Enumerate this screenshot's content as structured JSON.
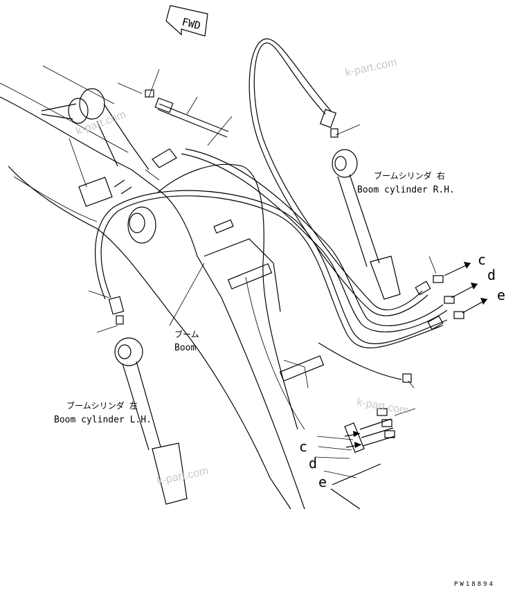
{
  "direction_marker": "FWD",
  "labels": {
    "boom_cyl_rh_jp": "ブームシリンダ 右",
    "boom_cyl_rh_en": "Boom cylinder R.H.",
    "boom_cyl_lh_jp": "ブームシリンダ 左",
    "boom_cyl_lh_en": "Boom cylinder L.H.",
    "boom_jp": "ブーム",
    "boom_en": "Boom"
  },
  "callouts_right": [
    "c",
    "d",
    "e"
  ],
  "callouts_left": [
    "c",
    "d",
    "e"
  ],
  "watermark": "k-part.com",
  "drawing_number": "PW18894"
}
